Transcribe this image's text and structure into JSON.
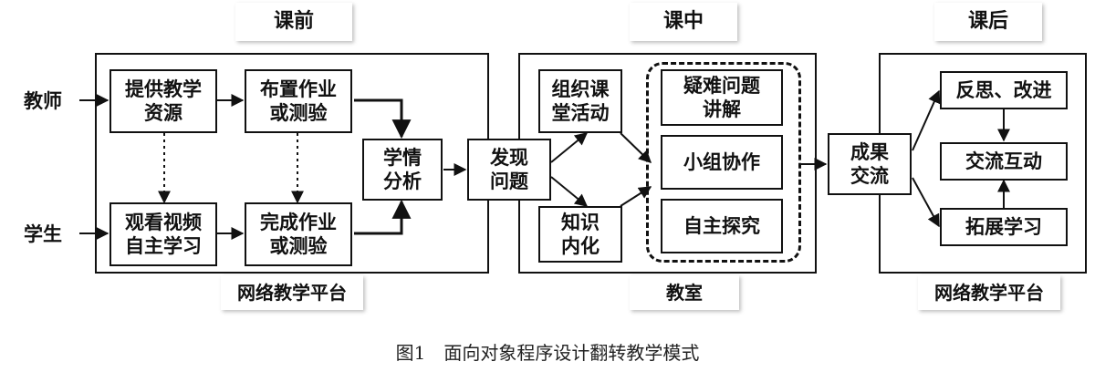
{
  "headers": {
    "before": "课前",
    "during": "课中",
    "after": "课后"
  },
  "actors": {
    "teacher": "教师",
    "student": "学生"
  },
  "pre_class": {
    "provide_resources": "提供教学\n资源",
    "assign_homework": "布置作业\n或测验",
    "watch_video": "观看视频\n自主学习",
    "complete_homework": "完成作业\n或测验",
    "learning_analysis": "学情\n分析",
    "platform": "网络教学平台"
  },
  "discover_problem": "发现\n问题",
  "in_class": {
    "organize_activity": "组织课\n堂活动",
    "internalize": "知识\n内化",
    "explain_difficult": "疑难问题\n讲解",
    "group_collab": "小组协作",
    "self_explore": "自主探究",
    "classroom": "教室"
  },
  "share_results": "成果\n交流",
  "post_class": {
    "reflect": "反思、改进",
    "exchange": "交流互动",
    "extend": "拓展学习",
    "platform": "网络教学平台"
  },
  "caption": "图1　面向对象程序设计翻转教学模式"
}
